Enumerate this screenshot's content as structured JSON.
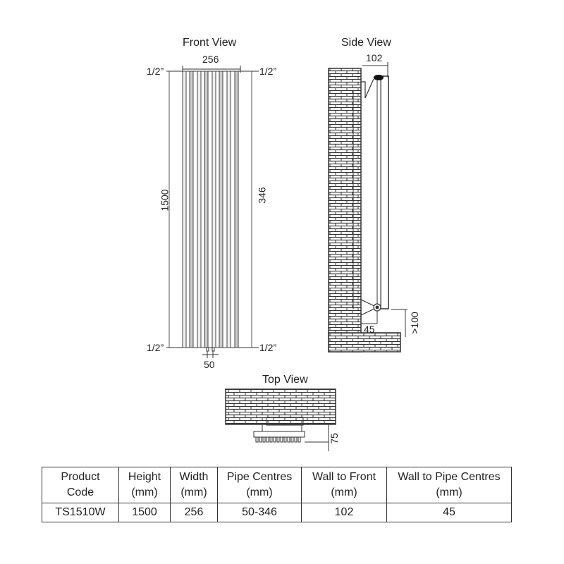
{
  "views": {
    "front": {
      "title": "Front View",
      "width_label": "256",
      "height_label": "1500",
      "pipe_centres_label": "346",
      "pipe_spacing_label": "50",
      "connection_top_left": "1/2”",
      "connection_top_right": "1/2”",
      "connection_bottom_left": "1/2”",
      "connection_bottom_right": "1/2”",
      "column_count": 8
    },
    "side": {
      "title": "Side View",
      "wall_to_front_label": "102",
      "wall_to_pipe_label": "45",
      "floor_clearance_label": ">100"
    },
    "top": {
      "title": "Top View",
      "depth_label": "75"
    }
  },
  "table": {
    "headers": [
      {
        "line1": "Product",
        "line2": "Code"
      },
      {
        "line1": "Height",
        "line2": "(mm)"
      },
      {
        "line1": "Width",
        "line2": "(mm)"
      },
      {
        "line1": "Pipe Centres",
        "line2": "(mm)"
      },
      {
        "line1": "Wall to Front",
        "line2": "(mm)"
      },
      {
        "line1": "Wall to Pipe Centres",
        "line2": "(mm)"
      }
    ],
    "rows": [
      [
        "TS1510W",
        "1500",
        "256",
        "50-346",
        "102",
        "45"
      ]
    ]
  }
}
